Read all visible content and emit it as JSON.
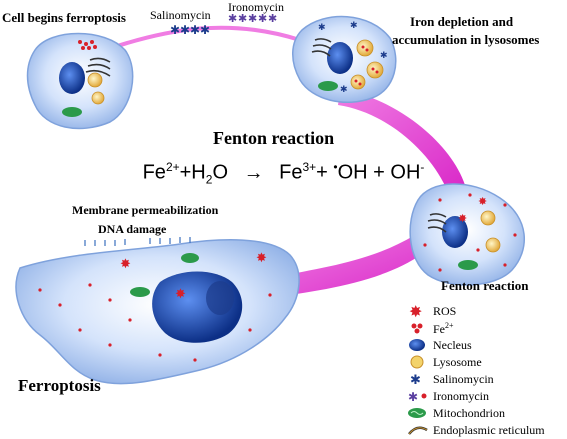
{
  "labels": {
    "cell_begins": "Cell begins ferroptosis",
    "salinomycin_top": "Salinomycin",
    "ironomycin_top": "Ironomycin",
    "iron_depletion_1": "Iron depletion and",
    "iron_depletion_2": "accumulation in lysosomes",
    "fenton_title": "Fenton reaction",
    "fenton_right": "Fenton reaction",
    "membrane": "Membrane permeabilization",
    "dna": "DNA damage",
    "ferroptosis": "Ferroptosis"
  },
  "equation": {
    "fe": "Fe",
    "charge_2plus": "2+",
    "plus_h": "+H",
    "sub_2": "2",
    "o": "O",
    "arrow": "→",
    "fe3": "Fe",
    "charge_3plus": "3+",
    "plus_dot": "+ ",
    "dot": "•",
    "oh": "OH + OH",
    "minus": "-"
  },
  "legend": [
    {
      "icon": "ros-icon",
      "text": "ROS",
      "sup": ""
    },
    {
      "icon": "fe2-icon",
      "text": "Fe",
      "sup": "2+"
    },
    {
      "icon": "nucleus-icon",
      "text": "Necleus",
      "sup": ""
    },
    {
      "icon": "lysosome-icon",
      "text": "Lysosome",
      "sup": ""
    },
    {
      "icon": "salinomycin-icon",
      "text": "Salinomycin",
      "sup": ""
    },
    {
      "icon": "ironomycin-icon",
      "text": "Ironomycin",
      "sup": ""
    },
    {
      "icon": "mitochondrion-icon",
      "text": "Mitochondrion",
      "sup": ""
    },
    {
      "icon": "er-icon",
      "text": "Endoplasmic reticulum",
      "sup": ""
    }
  ],
  "colors": {
    "arrow_pink": "#e63bd6",
    "cell_blue": "#bcd3f5",
    "cell_edge": "#7fa2dc",
    "nucleus": "#1f4fb4",
    "lysosome": "#f3d36b",
    "fe_red": "#d8202a",
    "mito": "#2b9a4a"
  }
}
